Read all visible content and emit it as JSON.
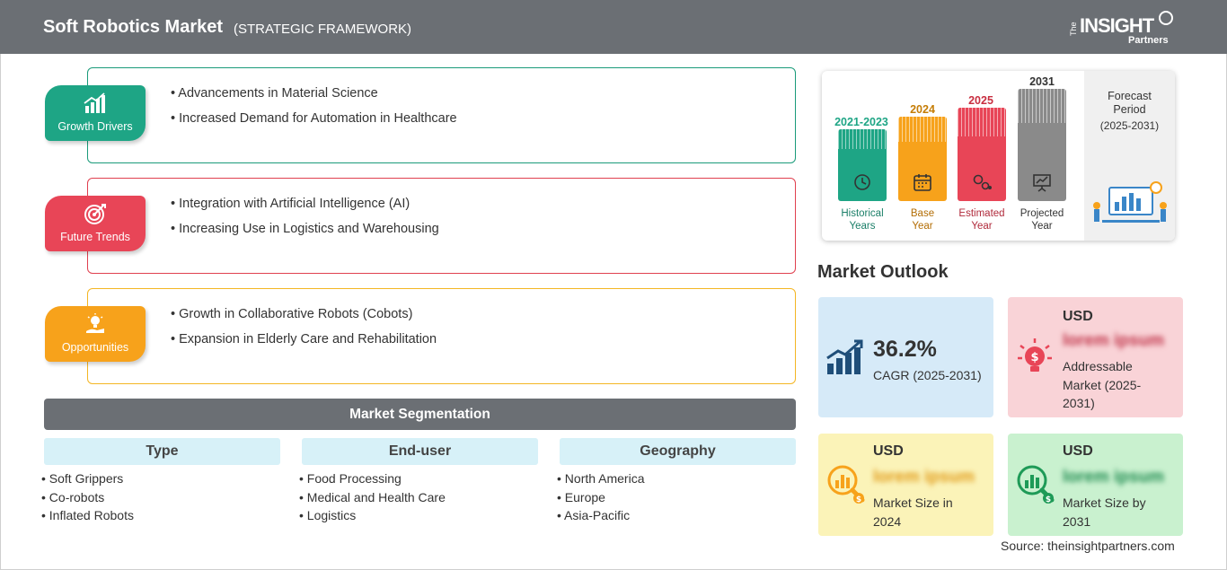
{
  "header": {
    "title": "Soft Robotics Market",
    "subtitle": "(STRATEGIC FRAMEWORK)",
    "logo": {
      "the": "The",
      "insight": "INSIGHT",
      "partners": "Partners"
    }
  },
  "colors": {
    "header_bg": "#6b6f74",
    "green": "#1ea585",
    "red": "#e84557",
    "orange": "#f7a21b",
    "gray_bar": "#8a8a8a"
  },
  "framework": {
    "growth_drivers": {
      "label": "Growth Drivers",
      "icon": "bar-chart-icon",
      "items": [
        "• Advancements in Material Science",
        "• Increased Demand for Automation in Healthcare"
      ]
    },
    "future_trends": {
      "label": "Future Trends",
      "icon": "target-icon",
      "items": [
        "• Integration with Artificial Intelligence (AI)",
        "• Increasing Use in Logistics and Warehousing"
      ]
    },
    "opportunities": {
      "label": "Opportunities",
      "icon": "lightbulb-hand-icon",
      "items": [
        "• Growth in Collaborative Robots (Cobots)",
        "• Expansion in Elderly Care and Rehabilitation"
      ]
    }
  },
  "segmentation": {
    "title": "Market Segmentation",
    "columns": [
      {
        "heading": "Type",
        "items": [
          "• Soft Grippers",
          "• Co-robots",
          "• Inflated Robots"
        ]
      },
      {
        "heading": "End-user",
        "items": [
          "• Food Processing",
          "• Medical and Health Care",
          "• Logistics"
        ]
      },
      {
        "heading": "Geography",
        "items": [
          "• North America",
          "• Europe",
          "• Asia-Pacific"
        ]
      }
    ]
  },
  "forecast": {
    "bars": [
      {
        "year": "2021-2023",
        "label1": "Historical",
        "label2": "Years",
        "color": "#1ea585",
        "icon": "clock-icon"
      },
      {
        "year": "2024",
        "label1": "Base",
        "label2": "Year",
        "color": "#f7a21b",
        "icon": "calendar-icon"
      },
      {
        "year": "2025",
        "label1": "Estimated",
        "label2": "Year",
        "color": "#e84557",
        "icon": "gears-icon"
      },
      {
        "year": "2031",
        "label1": "Projected",
        "label2": "Year",
        "color": "#8a8a8a",
        "icon": "presentation-icon"
      }
    ],
    "side_title1": "Forecast",
    "side_title2": "Period",
    "side_period": "(2025-2031)"
  },
  "outlook": {
    "title": "Market Outlook",
    "cagr": {
      "value": "36.2%",
      "label": "CAGR (2025-2031)"
    },
    "addressable": {
      "currency": "USD",
      "value": "lorem ipsum",
      "line1": "Addressable",
      "line2": "Market (2025-",
      "line3": "2031)"
    },
    "size_2024": {
      "currency": "USD",
      "value": "lorem ipsum",
      "line1": "Market Size in",
      "line2": "2024"
    },
    "size_2031": {
      "currency": "USD",
      "value": "lorem ipsum",
      "line1": "Market Size by",
      "line2": "2031"
    }
  },
  "source": "Source: theinsightpartners.com"
}
